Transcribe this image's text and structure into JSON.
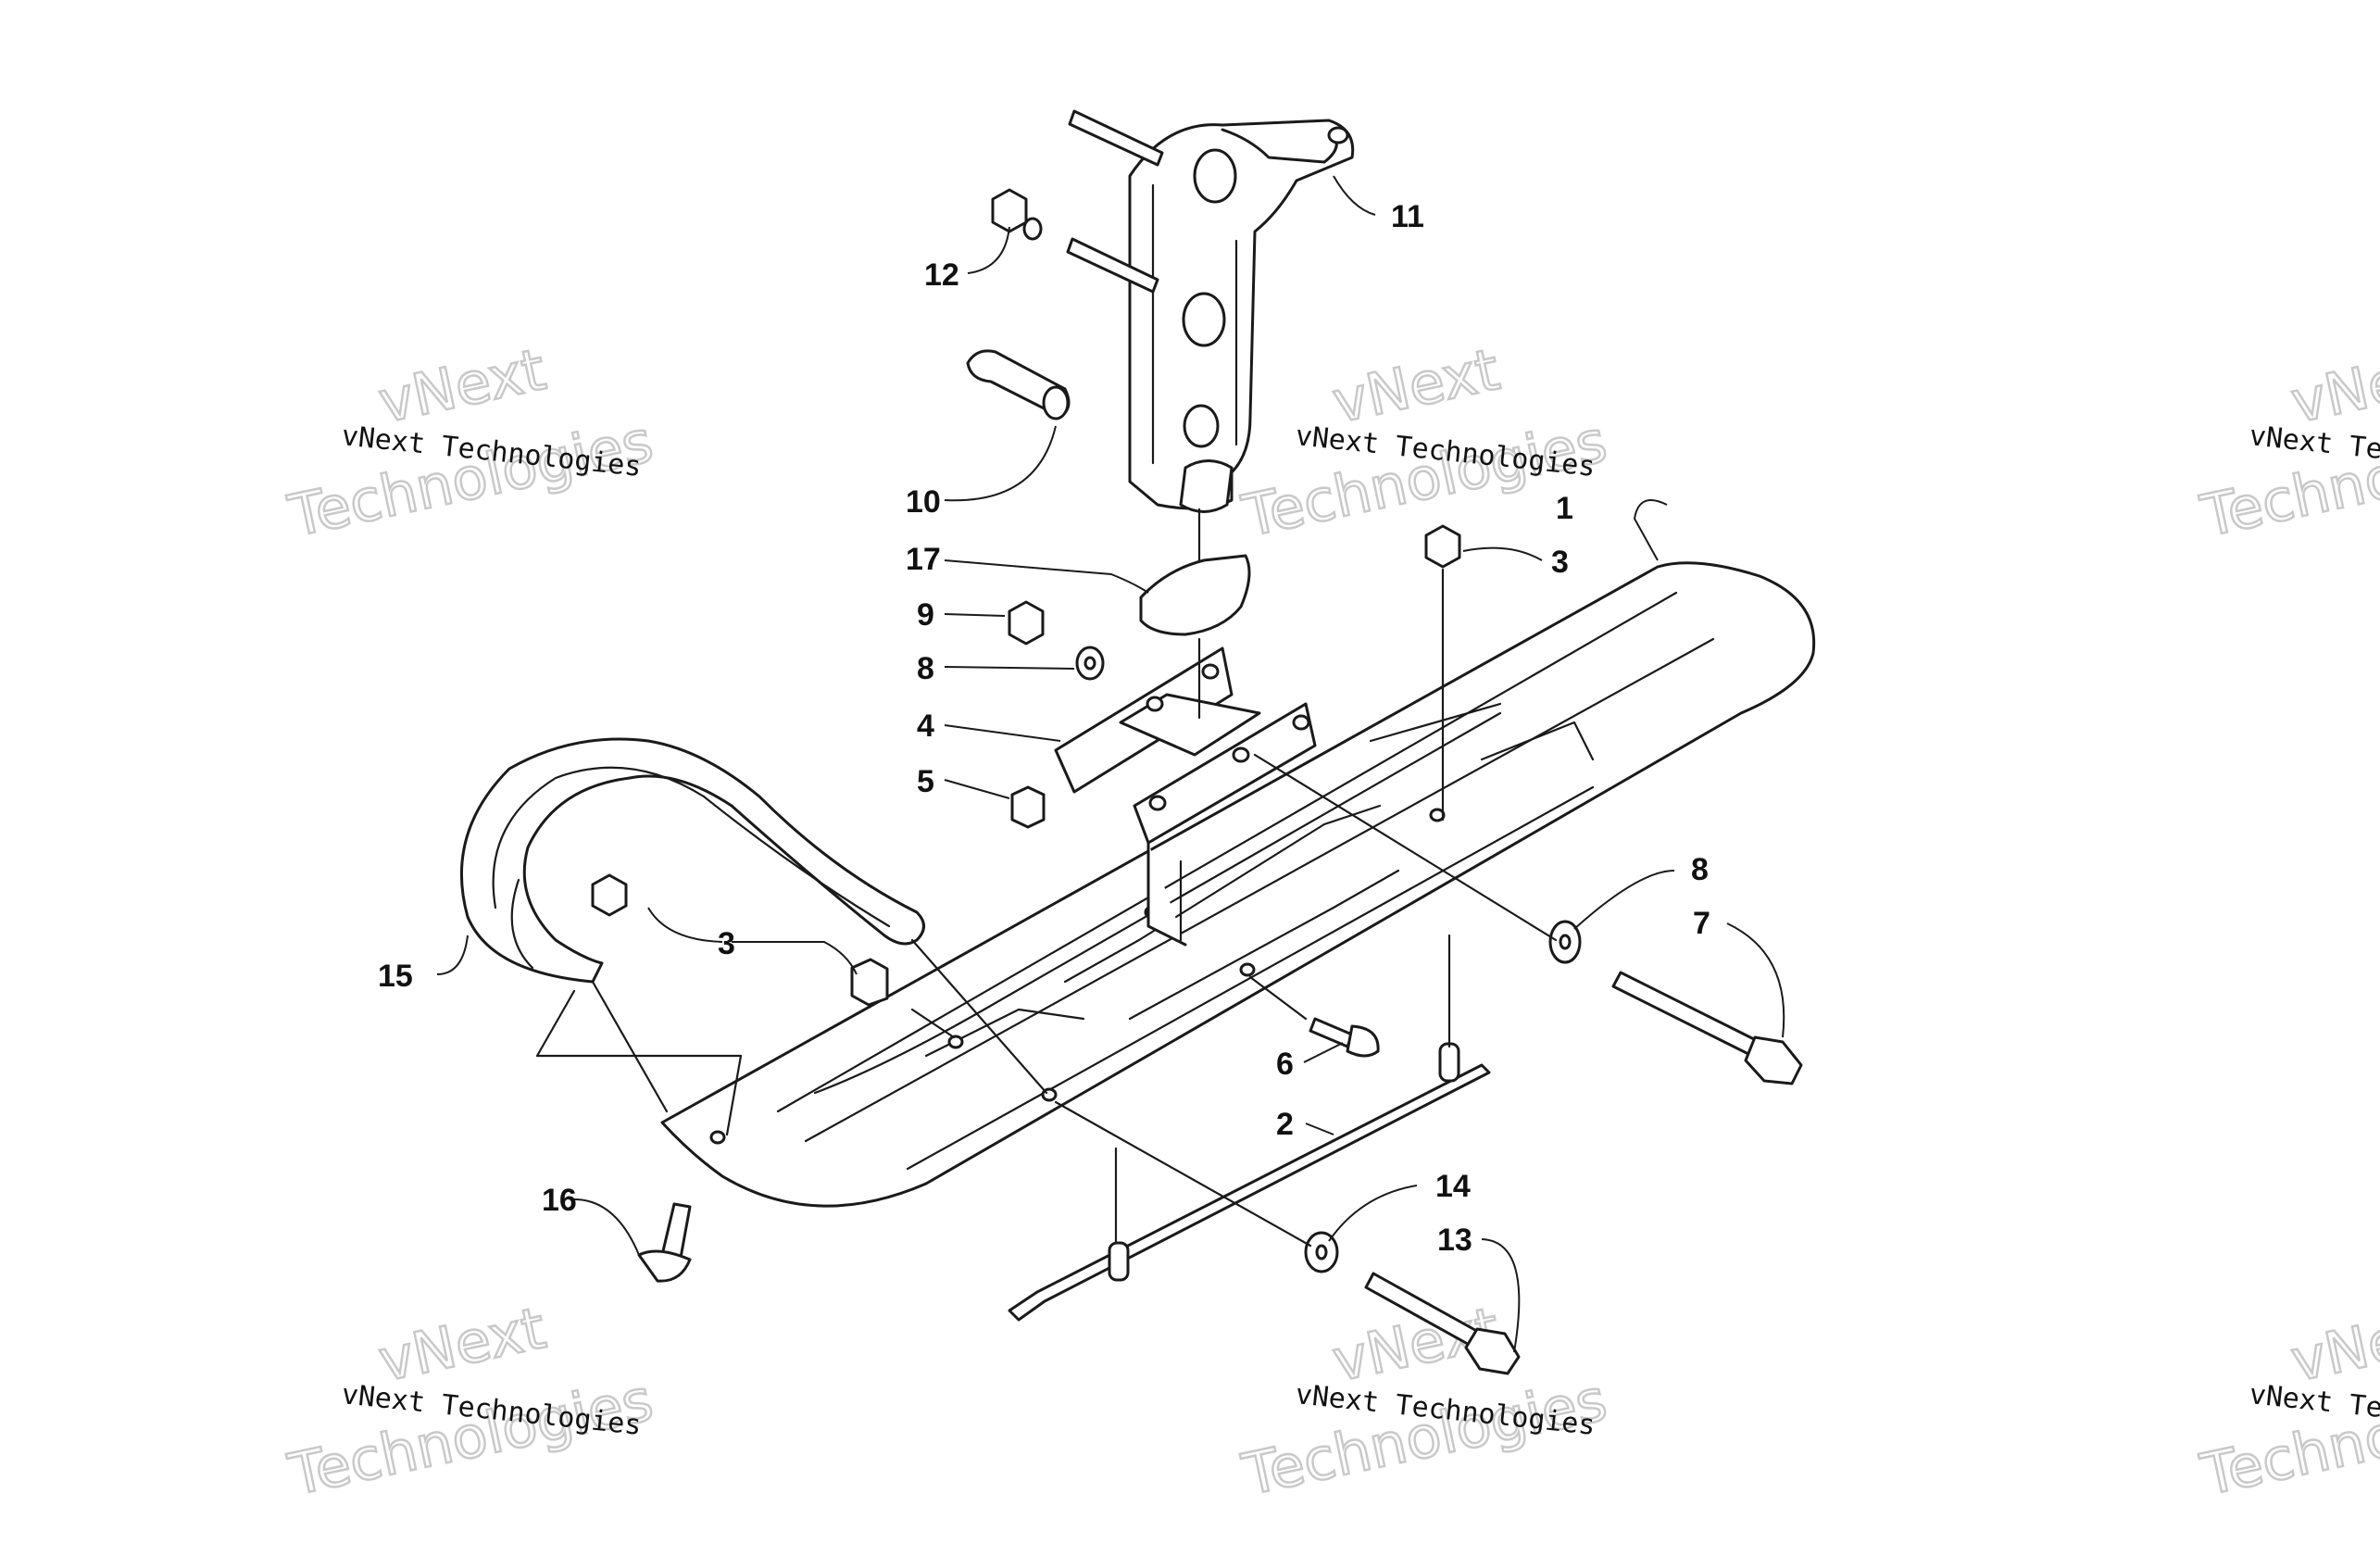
{
  "watermark": {
    "small": "vNext Technologies",
    "big_top": "vNext",
    "big_bottom": "Technologies"
  },
  "callouts": {
    "c1": "1",
    "c2": "2",
    "c3a": "3",
    "c3b": "3",
    "c4": "4",
    "c5": "5",
    "c6": "6",
    "c7": "7",
    "c8a": "8",
    "c8b": "8",
    "c9": "9",
    "c10": "10",
    "c11": "11",
    "c12": "12",
    "c13": "13",
    "c14": "14",
    "c15": "15",
    "c16": "16",
    "c17": "17"
  }
}
